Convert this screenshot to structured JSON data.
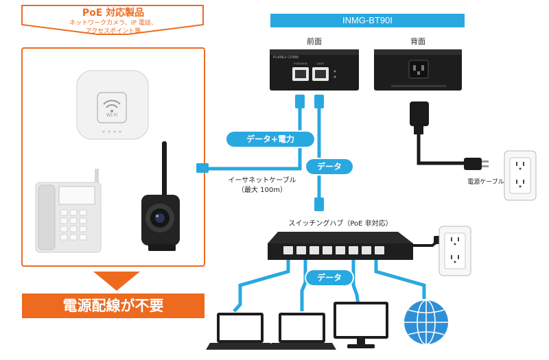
{
  "poe_box": {
    "title": "PoE 対応製品",
    "subtitle_line1": "ネットワークカメラ、IP 電話、",
    "subtitle_line2": "アクセスポイント等"
  },
  "result_banner": "電源配線が不要",
  "injector": {
    "model": "INMG-BT90I",
    "front_label": "前面",
    "back_label": "背面",
    "front_brand": "PLANEX COMM",
    "port_in_label": "POE/DATA",
    "port_out_label": "DATA"
  },
  "cable_labels": {
    "data_power": "データ+電力",
    "data_top": "データ",
    "data_bottom": "データ",
    "ethernet_line1": "イーサネットケーブル",
    "ethernet_line2": "（最大 100m）",
    "power_cable": "電源ケーブル"
  },
  "switch_label": "スイッチングハブ（PoE 非対応）",
  "ap_text": "Wi-Fi",
  "colors": {
    "accent_blue": "#29a8e0",
    "accent_orange": "#ed6a1f",
    "device_dark": "#222222"
  }
}
